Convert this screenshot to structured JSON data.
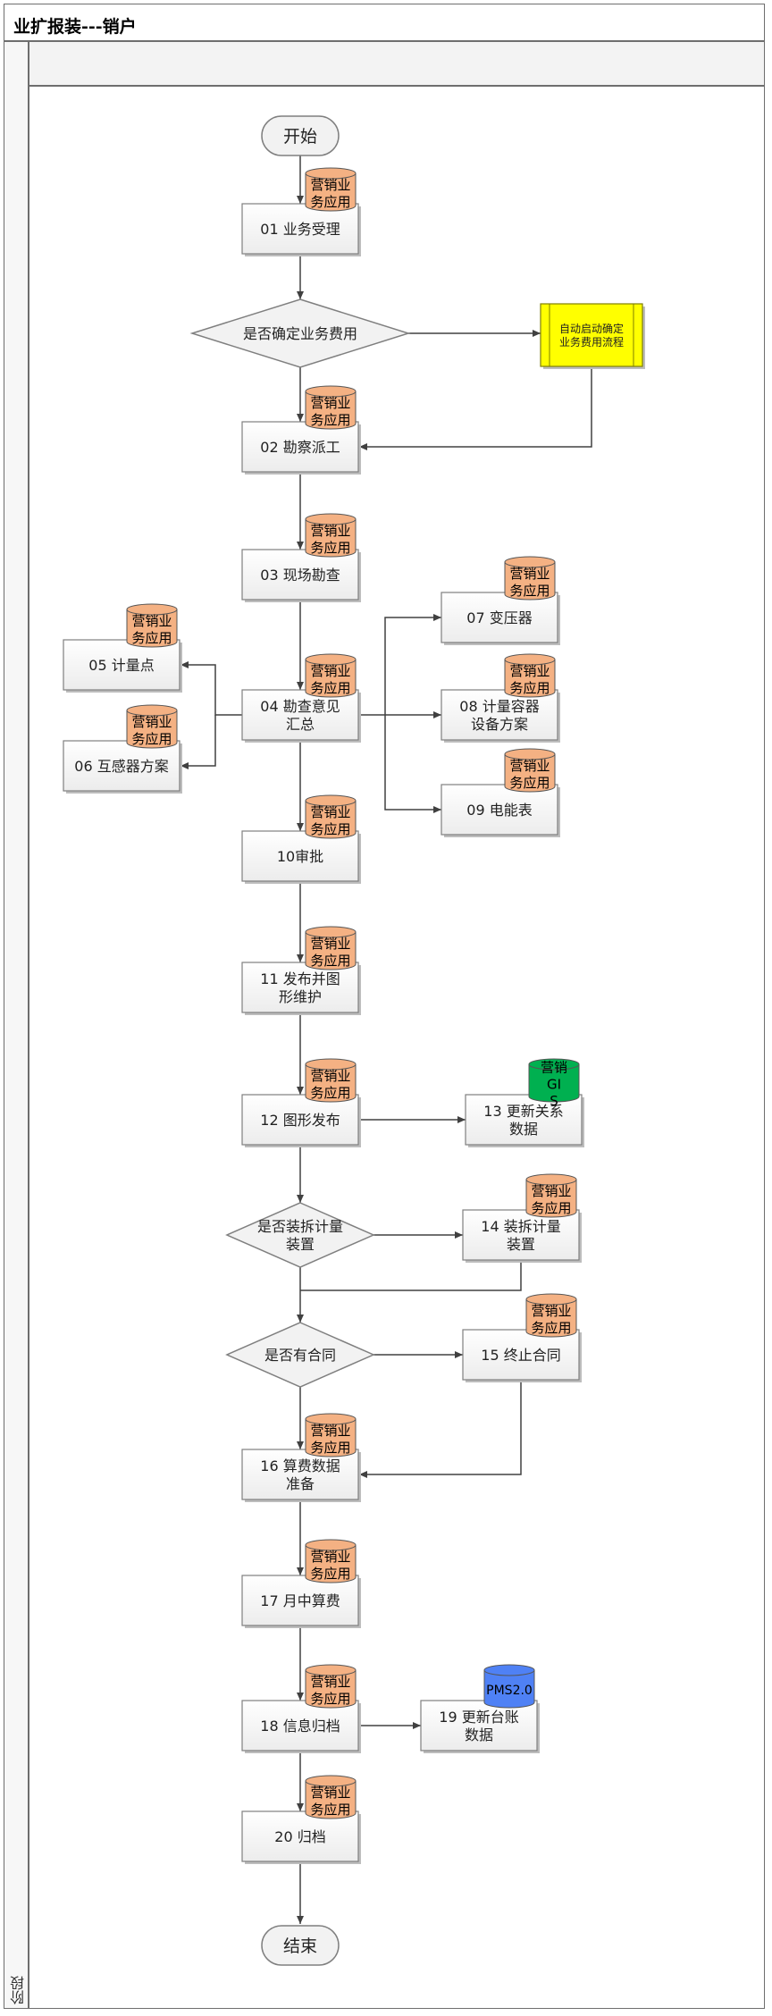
{
  "title": "业扩报装---销户",
  "lane_label": "阶段",
  "start_label": "开始",
  "end_label": "结束",
  "system_label": "营销业务应用",
  "steps": {
    "s01": "01 业务受理",
    "s02": "02 勘察派工",
    "s03": "03 现场勘查",
    "s04": "04 勘查意见汇总",
    "s05": "05 计量点",
    "s06": "06 互感器方案",
    "s07": "07 变压器",
    "s08": "08 计量容器设备方案",
    "s09": "09 电能表",
    "s10": "10审批",
    "s11": "11 发布并图形维护",
    "s12": "12 图形发布",
    "s13": "13 更新关系数据",
    "s14": "14 装拆计量装置",
    "s15": "15 终止合同",
    "s16": "16 算费数据准备",
    "s17": "17 月中算费",
    "s18": "18 信息归档",
    "s19": "19 更新台账数据",
    "s20": "20 归档"
  },
  "decisions": {
    "d1": "是否确定业务费用",
    "d2": "是否装拆计量装置",
    "d3": "是否有合同"
  },
  "subprocess": "自动启动确定业务费用流程",
  "db_gis": "营销GIS",
  "db_pms": "PMS2.0",
  "colors": {
    "box_fill": "#f2f2f2",
    "box_stroke": "#7f7f7f",
    "db_orange": "#f4b183",
    "db_green": "#00b050",
    "db_blue": "#4f81f5",
    "subprocess_fill": "#ffff00",
    "line": "#404040"
  }
}
